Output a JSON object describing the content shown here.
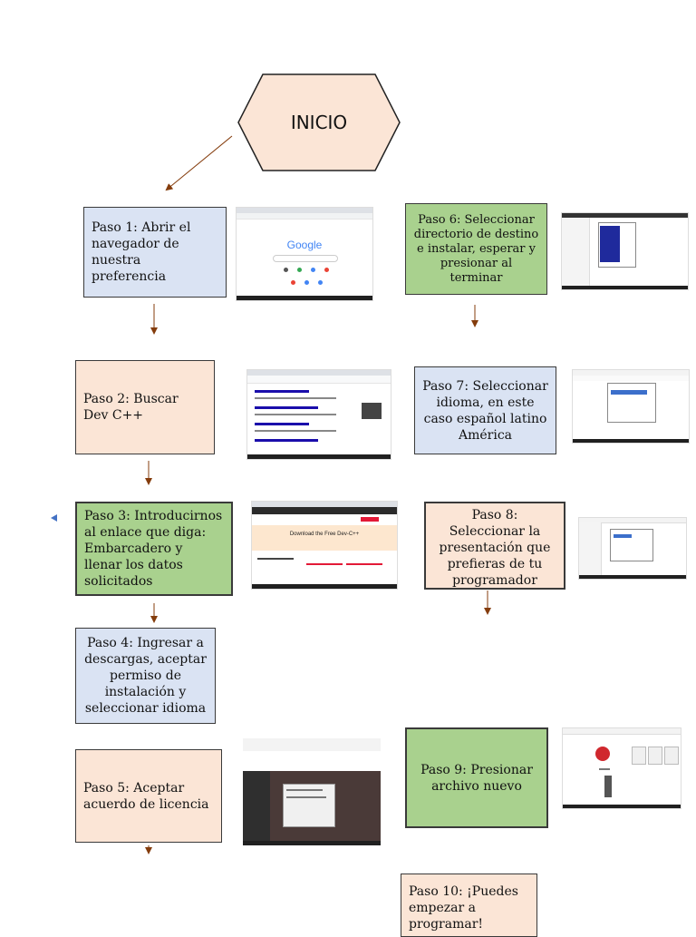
{
  "start": {
    "label": "INICIO"
  },
  "steps": [
    {
      "label": "Paso 1: Abrir el navegador de nuestra preferencia"
    },
    {
      "label": "Paso 2: Buscar Dev C++"
    },
    {
      "label": "Paso 3: Introducirnos al enlace que diga: Embarcadero y llenar los datos solicitados"
    },
    {
      "label": "Paso 4: Ingresar a descargas, aceptar permiso de instalación y seleccionar idioma"
    },
    {
      "label": "Paso 5: Aceptar acuerdo de licencia"
    },
    {
      "label": "Paso 6: Seleccionar directorio de destino e instalar, esperar y presionar al terminar"
    },
    {
      "label": "Paso 7: Seleccionar idioma, en este caso español latino América"
    },
    {
      "label": "Paso 8: Seleccionar la presentación que prefieras de tu programador"
    },
    {
      "label": "Paso 9: Presionar archivo nuevo"
    },
    {
      "label": "Paso 10: ¡Puedes empezar a programar!"
    }
  ],
  "screenshots": {
    "google": {
      "logo": "Google"
    },
    "devcpp": {
      "heading": "Download the Free Dev-C++"
    }
  },
  "colors": {
    "blue": "#dae3f3",
    "peach": "#fbe5d6",
    "green": "#a9d18e",
    "arrow": "#843c0c",
    "hexagon_fill": "#fbe5d6"
  }
}
